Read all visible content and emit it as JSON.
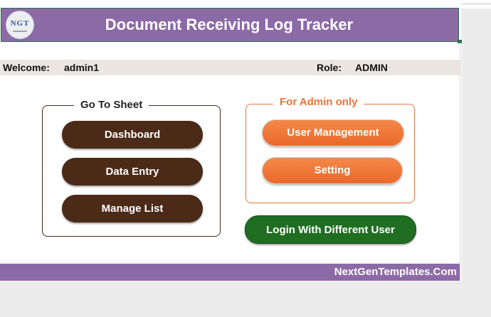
{
  "header": {
    "title": "Document Receiving Log Tracker",
    "logo_text": "NGT",
    "background": "#8c6aa6"
  },
  "info": {
    "welcome_label": "Welcome:",
    "welcome_value": "admin1",
    "role_label": "Role:",
    "role_value": "ADMIN"
  },
  "goto": {
    "legend": "Go To Sheet",
    "buttons": [
      "Dashboard",
      "Data Entry",
      "Manage List"
    ],
    "button_color": "#4b2a18"
  },
  "admin": {
    "legend": "For Admin only",
    "buttons": [
      "User Management",
      "Setting"
    ],
    "accent": "#e9743a"
  },
  "login_button": {
    "label": "Login With Different User",
    "color": "#1f6e22"
  },
  "footer": {
    "text": "NextGenTemplates.Com"
  }
}
